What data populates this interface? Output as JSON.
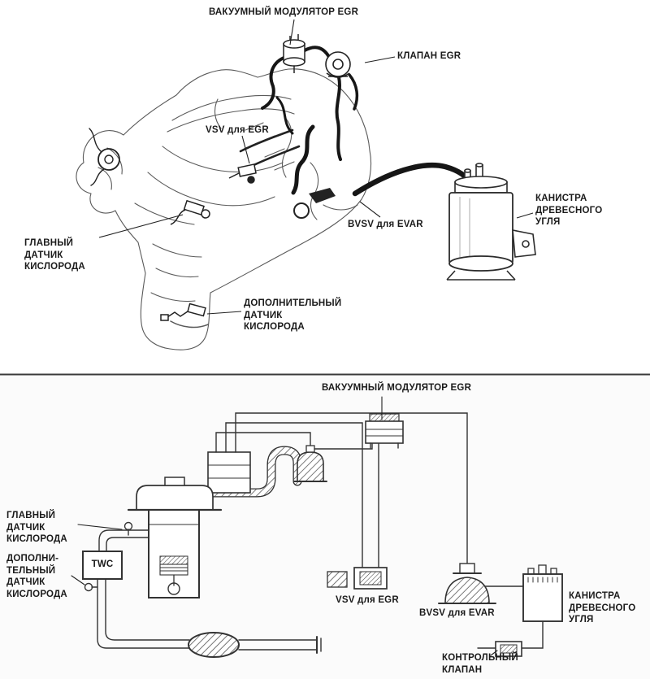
{
  "colors": {
    "line": "#333333",
    "label": "#1b1b1b",
    "divider": "#3a3a3a",
    "background": "#ffffff"
  },
  "labels": {
    "top": {
      "egr_modulator": "ВАКУУМНЫЙ МОДУЛЯТОР EGR",
      "egr_valve": "КЛАПАН EGR",
      "vsv_egr": "VSV для EGR",
      "bvsv_evap": "BVSV для EVAR",
      "charcoal_canister": "КАНИСТРА\nДРЕВЕСНОГО\nУГЛЯ",
      "main_o2_sensor": "ГЛАВНЫЙ\nДАТЧИК\nКИСЛОРОДА",
      "sub_o2_sensor": "ДОПОЛНИТЕЛЬНЫЙ\nДАТЧИК\nКИСЛОРОДА"
    },
    "bottom": {
      "egr_modulator": "ВАКУУМНЫЙ МОДУЛЯТОР EGR",
      "main_o2_sensor": "ГЛАВНЫЙ\nДАТЧИК\nКИСЛОРОДА",
      "sub_o2_sensor": "ДОПОЛНИ-\nТЕЛЬНЫЙ\nДАТЧИК\nКИСЛОРОДА",
      "twc": "TWC",
      "vsv_egr": "VSV для EGR",
      "bvsv_evap": "BVSV для EVAR",
      "charcoal_canister": "КАНИСТРА\nДРЕВЕСНОГО\nУГЛЯ",
      "control_valve": "КОНТРОЛЬНЫЙ\nКЛАПАН"
    }
  }
}
